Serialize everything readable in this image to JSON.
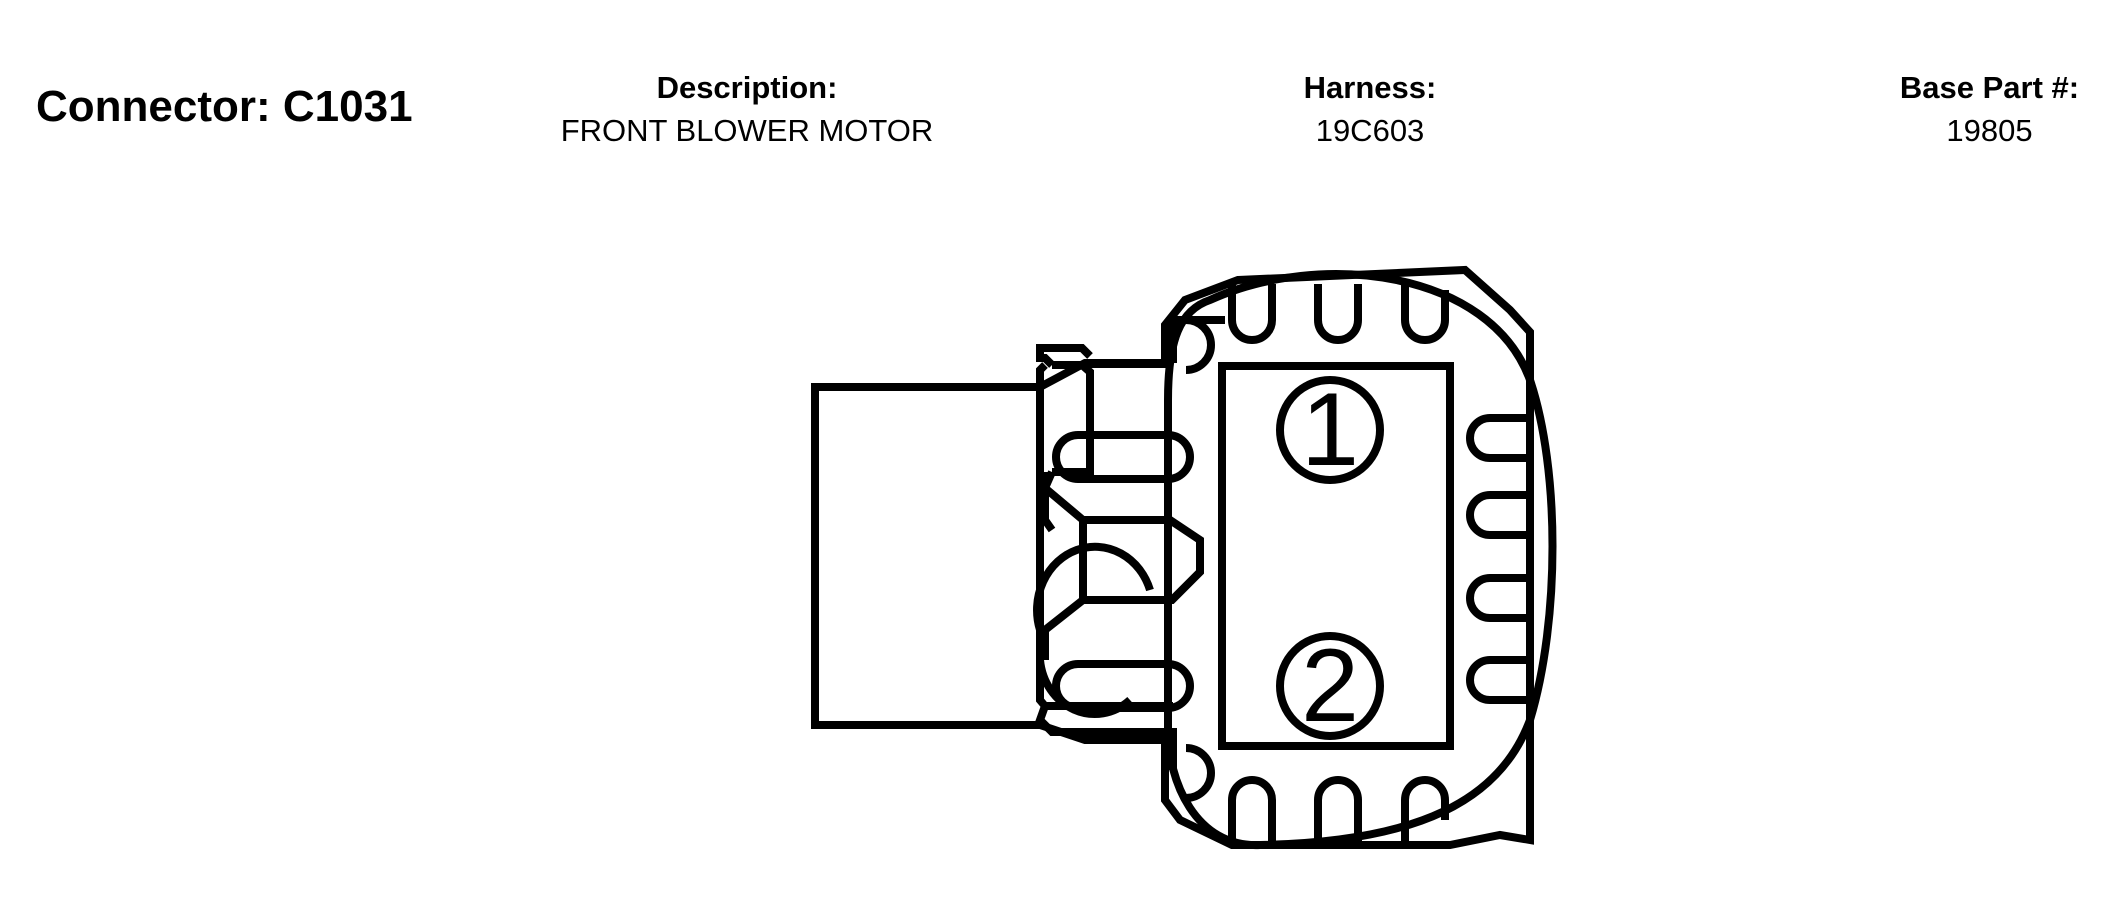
{
  "header": {
    "connector_title": "Connector: C1031",
    "description_label": "Description:",
    "description_value": "FRONT BLOWER MOTOR",
    "harness_label": "Harness:",
    "harness_value": "19C603",
    "base_part_label": "Base Part #:",
    "base_part_value": "19805"
  },
  "connector": {
    "pins": [
      "1",
      "2"
    ],
    "line_color": "#000000",
    "background_color": "#ffffff"
  }
}
